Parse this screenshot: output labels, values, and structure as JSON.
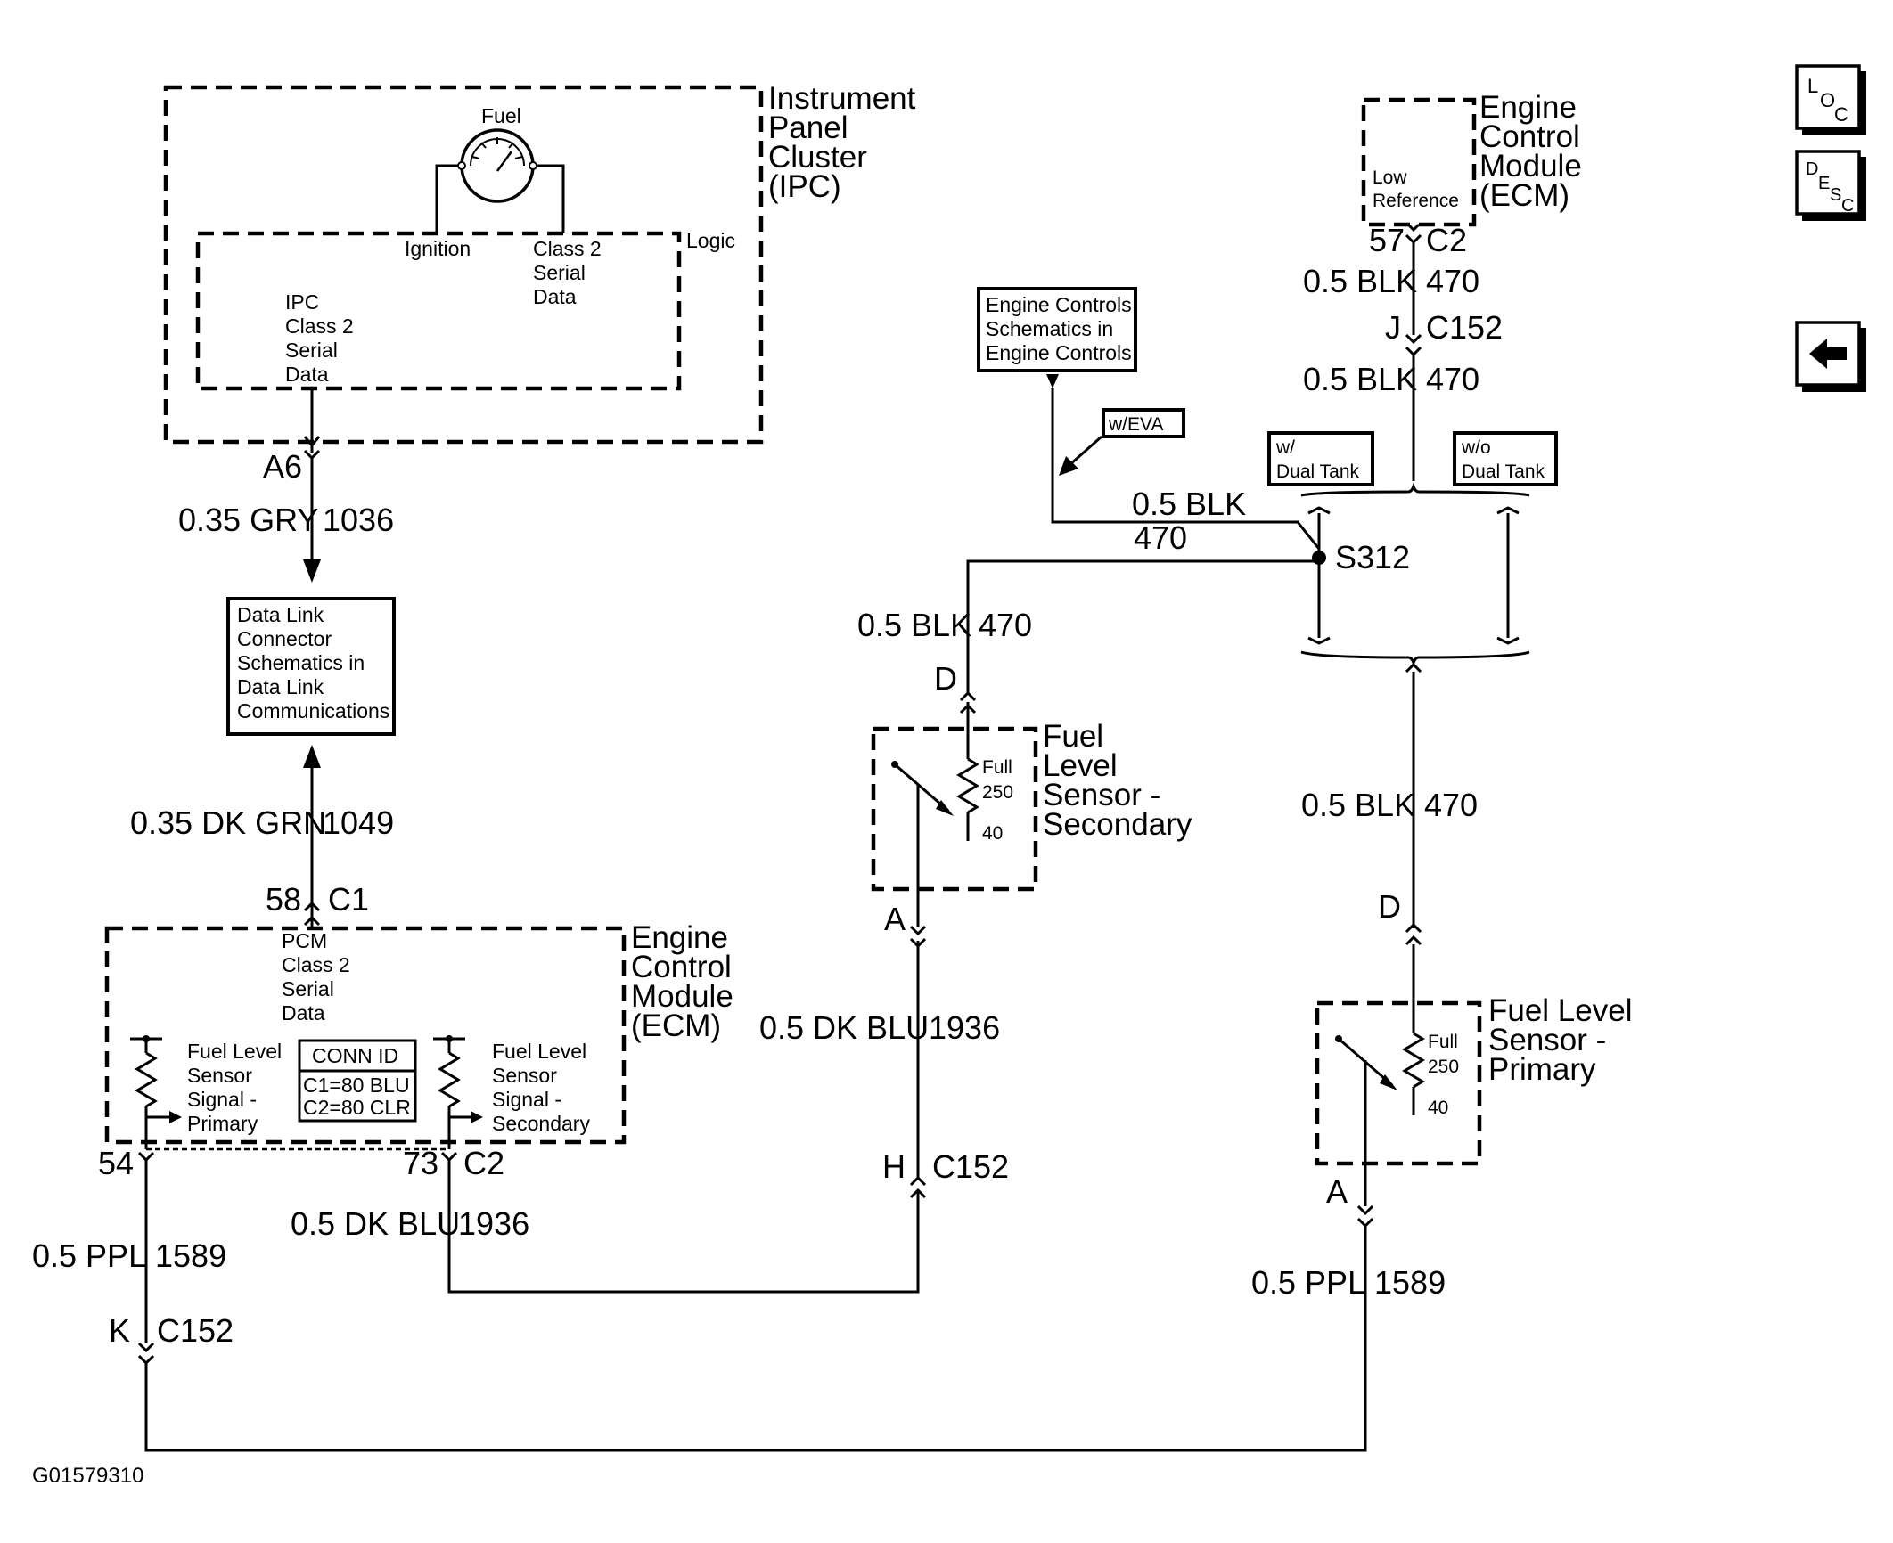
{
  "figure_id": "G01579310",
  "nav": {
    "loc_icon": "loc-icon",
    "desc_icon": "desc-icon",
    "back_icon": "back-arrow-icon"
  },
  "ipc": {
    "title": [
      "Instrument",
      "Panel",
      "Cluster",
      "(IPC)"
    ],
    "gauge_label": "Fuel",
    "ignition": "Ignition",
    "class2": [
      "Class 2",
      "Serial",
      "Data"
    ],
    "logic": "Logic",
    "serial": [
      "IPC",
      "Class 2",
      "Serial",
      "Data"
    ]
  },
  "ipc_conn": {
    "pin": "A6",
    "wire": "0.35 GRY",
    "circuit": "1036"
  },
  "dlc_box": [
    "Data Link",
    "Connector",
    "Schematics in",
    "Data Link",
    "Communications"
  ],
  "dlc_ecm_wire": {
    "wire": "0.35 DK GRN",
    "circuit": "1049"
  },
  "ecm_c1": {
    "pin": "58",
    "conn": "C1"
  },
  "ecm_left": {
    "title": [
      "Engine",
      "Control",
      "Module",
      "(ECM)"
    ],
    "pcm": [
      "PCM",
      "Class 2",
      "Serial",
      "Data"
    ],
    "primary_signal": [
      "Fuel Level",
      "Sensor",
      "Signal -",
      "Primary"
    ],
    "secondary_signal": [
      "Fuel Level",
      "Sensor",
      "Signal -",
      "Secondary"
    ],
    "conn_id": [
      "CONN ID",
      "C1=80 BLU",
      "C2=80 CLR"
    ]
  },
  "ecm_pin54": "54",
  "ecm_c2": {
    "pin": "73",
    "conn": "C2"
  },
  "ppl_left": {
    "wire": "0.5 PPL",
    "circuit": "1589"
  },
  "c152_k": {
    "pin": "K",
    "conn": "C152"
  },
  "dkblu_left": {
    "wire": "0.5 DK BLU",
    "circuit": "1936"
  },
  "engine_controls_box": [
    "Engine Controls",
    "Schematics in",
    "Engine Controls"
  ],
  "w_eva": "w/EVA",
  "s312": {
    "wire": "0.5 BLK",
    "circuit": "470",
    "splice": "S312"
  },
  "sec_wire_top": {
    "wire": "0.5 BLK",
    "circuit": "470",
    "pin": "D"
  },
  "sensor_secondary": {
    "title": [
      "Fuel",
      "Level",
      "Sensor -",
      "Secondary"
    ],
    "full": "Full",
    "r250": "250",
    "r40": "40",
    "pin_a": "A"
  },
  "dkblu_mid": {
    "wire": "0.5 DK BLU",
    "circuit": "1936"
  },
  "c152_h": {
    "pin": "H",
    "conn": "C152"
  },
  "ecm_right": {
    "title": [
      "Engine",
      "Control",
      "Module",
      "(ECM)"
    ],
    "low_ref": [
      "Low",
      "Reference"
    ],
    "pin": "57",
    "conn": "C2",
    "wire1": "0.5 BLK",
    "circuit1": "470",
    "c152_pin": "J",
    "c152": "C152",
    "wire2": "0.5 BLK",
    "circuit2": "470"
  },
  "option_boxes": {
    "with": [
      "w/",
      "Dual Tank"
    ],
    "without": [
      "w/o",
      "Dual Tank"
    ]
  },
  "prim_wire_top": {
    "wire": "0.5 BLK",
    "circuit": "470",
    "pin": "D"
  },
  "sensor_primary": {
    "title": [
      "Fuel Level",
      "Sensor -",
      "Primary"
    ],
    "full": "Full",
    "r250": "250",
    "r40": "40",
    "pin_a": "A"
  },
  "ppl_right": {
    "wire": "0.5 PPL",
    "circuit": "1589"
  }
}
